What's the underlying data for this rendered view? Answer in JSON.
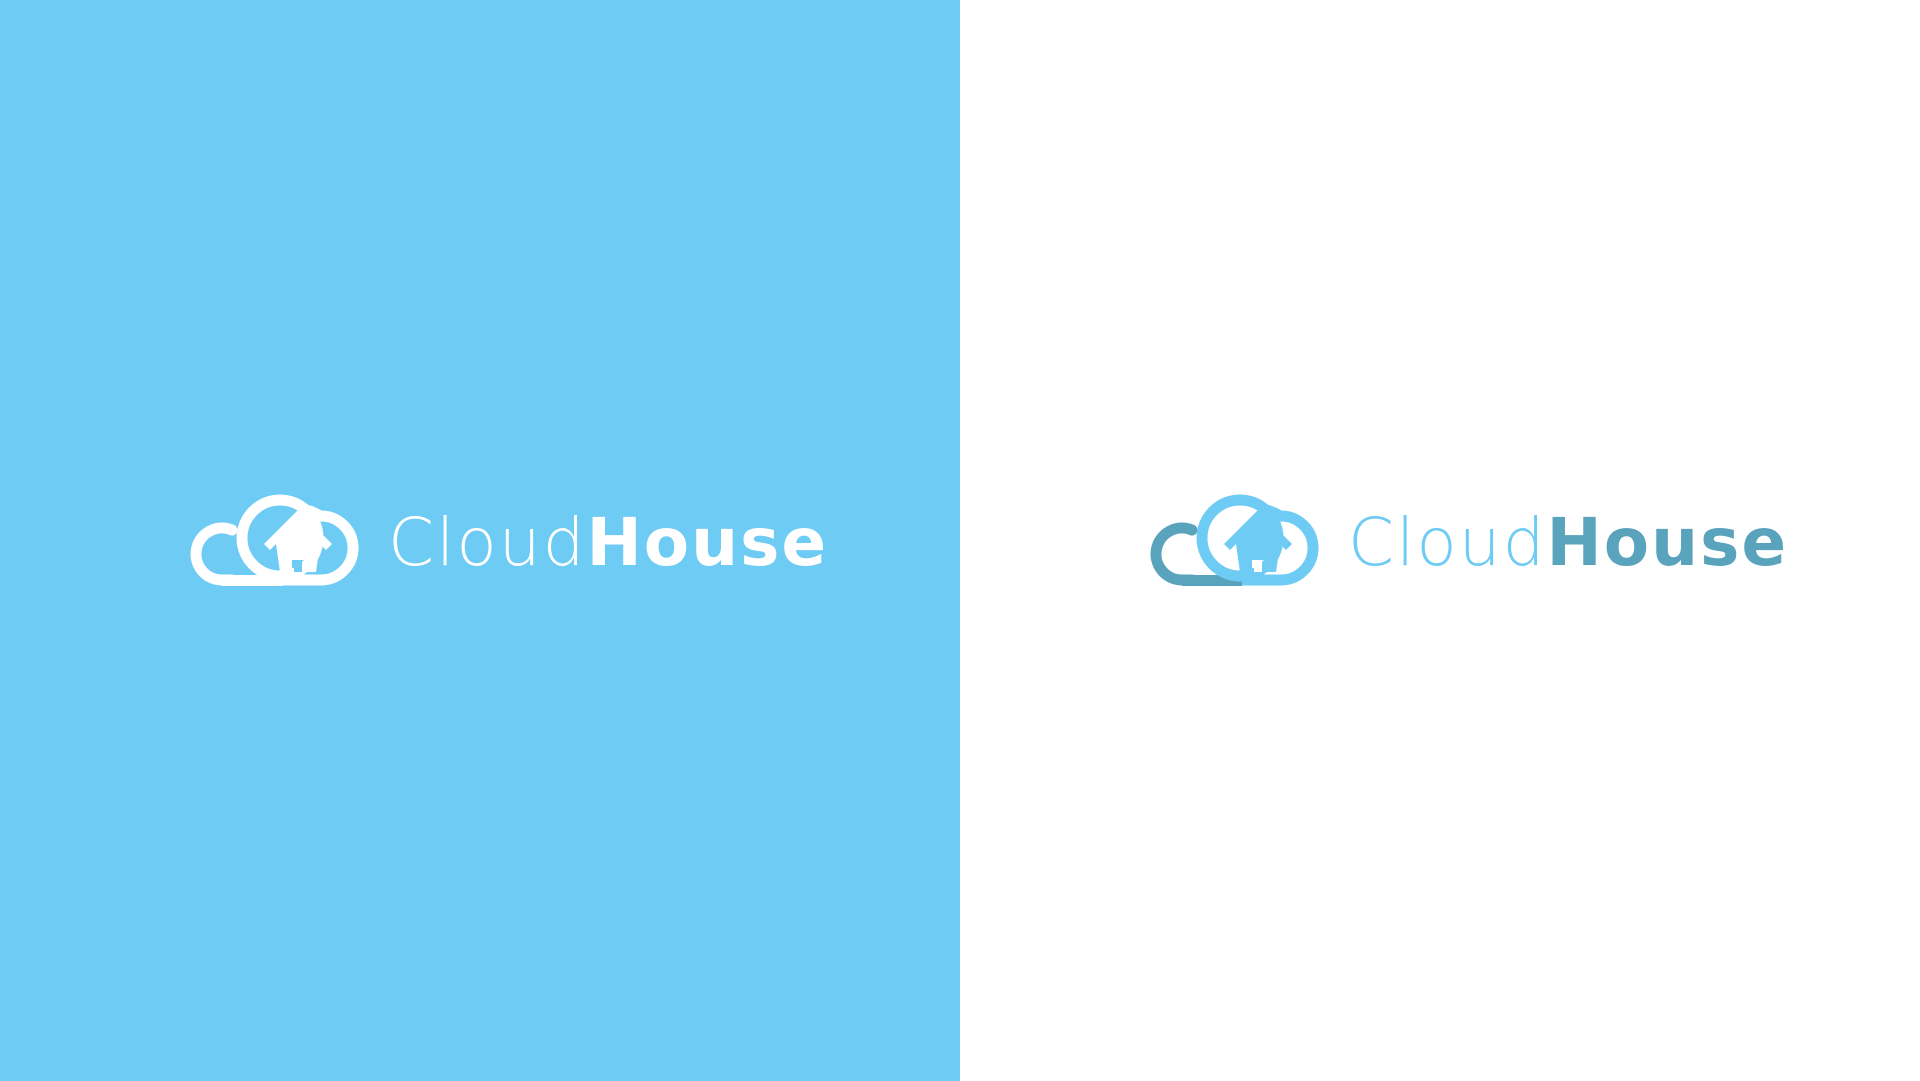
{
  "colors": {
    "light_blue": "#6ecbf3",
    "dark_blue": "#5aa3bd",
    "white": "#ffffff"
  },
  "variants": [
    {
      "background": "#6ecbf3",
      "icon": "cloud-house-icon",
      "cloud_primary_color": "#ffffff",
      "cloud_secondary_color": "#ffffff",
      "word_light": "Cloud",
      "word_bold": "House",
      "word_light_color": "#ffffff",
      "word_bold_color": "#ffffff"
    },
    {
      "background": "#ffffff",
      "icon": "cloud-house-icon",
      "cloud_primary_color": "#6ecbf3",
      "cloud_secondary_color": "#5aa3bd",
      "word_light": "Cloud",
      "word_bold": "House",
      "word_light_color": "#6ecbf3",
      "word_bold_color": "#5aa3bd"
    }
  ]
}
